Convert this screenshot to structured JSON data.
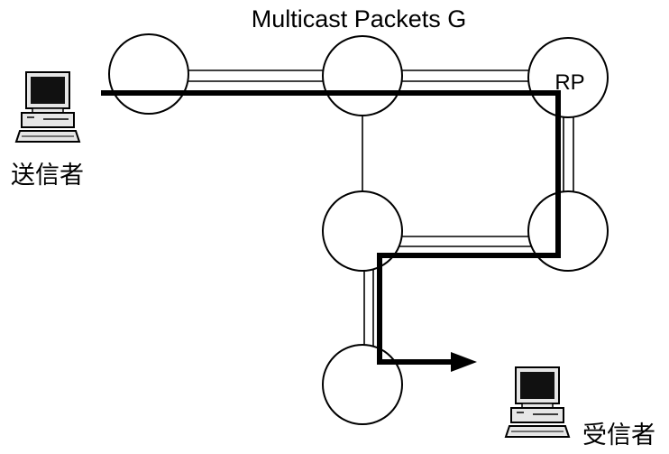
{
  "diagram": {
    "title": "Multicast Packets G",
    "rp_label": "RP",
    "sender_label": "送信者",
    "receiver_label": "受信者"
  },
  "icons": {
    "sender": "computer-icon",
    "receiver": "computer-icon"
  },
  "colors": {
    "line": "#000000",
    "background": "#ffffff",
    "monitor_screen": "#111111"
  }
}
